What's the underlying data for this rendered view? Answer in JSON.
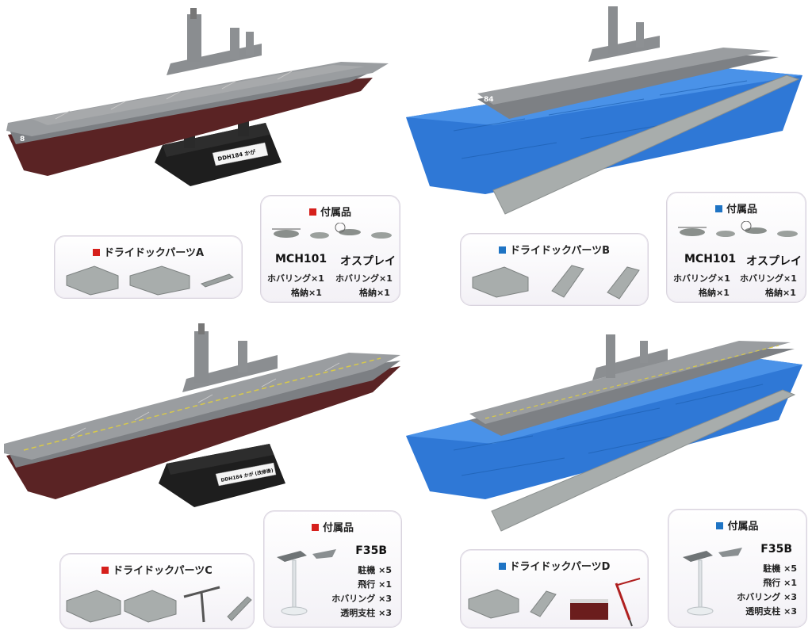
{
  "panels": {
    "a": {
      "plate": "DDH184 かが",
      "hull": "8",
      "parts_title": "ドライドックパーツA",
      "acc_title": "付属品",
      "heli": "MCH101",
      "osprey": "オスプレイ",
      "heli_hover": "ホバリング×1",
      "heli_stow": "格納×1",
      "osprey_hover": "ホバリング×1",
      "osprey_stow": "格納×1"
    },
    "b": {
      "hull": "84",
      "parts_title": "ドライドックパーツB",
      "acc_title": "付属品",
      "heli": "MCH101",
      "osprey": "オスプレイ",
      "heli_hover": "ホバリング×1",
      "heli_stow": "格納×1",
      "osprey_hover": "ホバリング×1",
      "osprey_stow": "格納×1"
    },
    "c": {
      "plate": "DDH184 かが (改修後)",
      "parts_title": "ドライドックパーツC",
      "acc_title": "付属品",
      "jet": "F35B",
      "items": [
        "駐機 ×5",
        "飛行 ×1",
        "ホバリング ×3",
        "透明支柱 ×3"
      ]
    },
    "d": {
      "parts_title": "ドライドックパーツD",
      "acc_title": "付属品",
      "jet": "F35B",
      "items": [
        "駐機 ×5",
        "飛行 ×1",
        "ホバリング ×3",
        "透明支柱 ×3"
      ]
    }
  },
  "colors": {
    "red_marker": "#d6201c",
    "blue_marker": "#1f74c4",
    "hull_grey": "#8a8d90",
    "hull_red": "#6b2a2a",
    "water_blue": "#2f78d6",
    "part_grey": "#a8adac"
  }
}
